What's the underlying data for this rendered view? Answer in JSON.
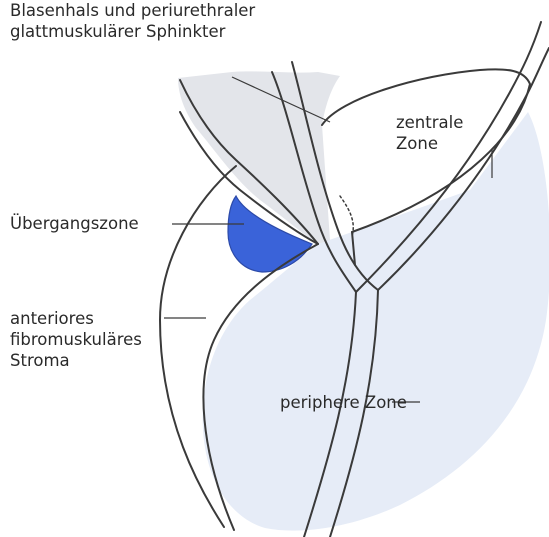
{
  "labels": {
    "bladder_neck": [
      "Blasenhals und periurethraler",
      "glattmuskulärer Sphinkter"
    ],
    "central_zone": [
      "zentrale",
      "Zone"
    ],
    "transition_zone": "Übergangszone",
    "anterior_stroma": [
      "anteriores",
      "fibromuskuläres",
      "Stroma"
    ],
    "peripheral_zone": "periphere Zone"
  },
  "colors": {
    "outline": "#3a3a3a",
    "peripheral_zone_fill": "#e6ecf7",
    "sphincter_fill": "#e3e5ea",
    "transition_zone_fill": "#3a63d9",
    "background": "#ffffff"
  }
}
